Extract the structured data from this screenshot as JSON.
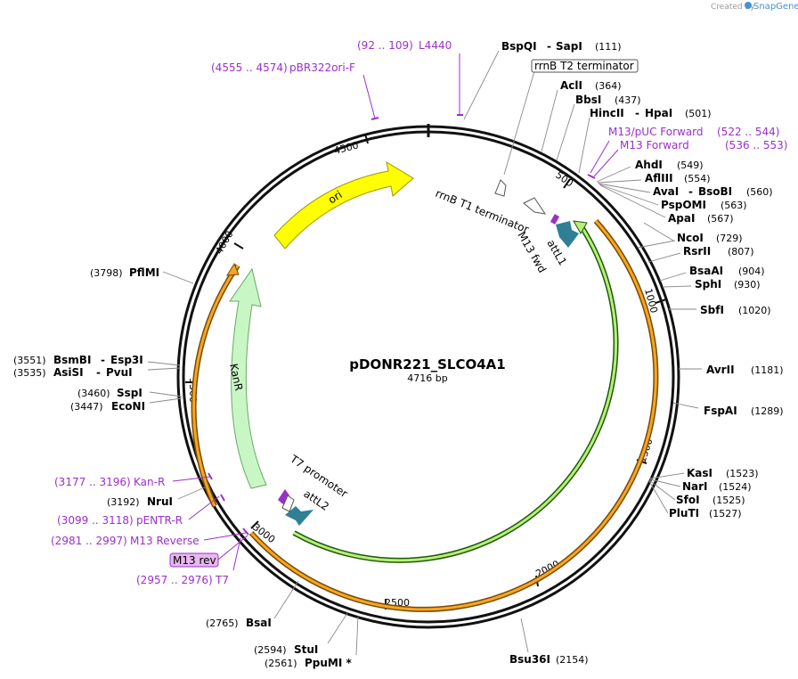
{
  "credit": {
    "text": "Created by",
    "brand": "SnapGene"
  },
  "plasmid": {
    "name": "pDONR221_SLCO4A1",
    "size": "4716 bp"
  },
  "ticks": [
    "500",
    "1000",
    "1500",
    "2000",
    "2500",
    "3000",
    "3500",
    "4000",
    "4500"
  ],
  "features": {
    "ori": "ori",
    "kanr": "KanR",
    "rrnb_t1": "rrnB T1 terminator",
    "rrnb_t2": "rrnB T2 terminator",
    "m13_fwd": "M13 fwd",
    "attl1": "attL1",
    "t7_promoter": "T7 promoter",
    "attl2": "attL2",
    "m13_rev": "M13 rev"
  },
  "enzymes": [
    {
      "name": "BspQI",
      "pos": "(111)",
      "second": "SapI"
    },
    {
      "name": "AclI",
      "pos": "(364)"
    },
    {
      "name": "BbsI",
      "pos": "(437)"
    },
    {
      "name": "HincII",
      "pos": "(501)",
      "second": "HpaI"
    },
    {
      "name": "AhdI",
      "pos": "(549)"
    },
    {
      "name": "AflIII",
      "pos": "(554)"
    },
    {
      "name": "AvaI",
      "pos": "(560)",
      "second": "BsoBI"
    },
    {
      "name": "PspOMI",
      "pos": "(563)"
    },
    {
      "name": "ApaI",
      "pos": "(567)"
    },
    {
      "name": "NcoI",
      "pos": "(729)"
    },
    {
      "name": "RsrII",
      "pos": "(807)"
    },
    {
      "name": "BsaAI",
      "pos": "(904)"
    },
    {
      "name": "SphI",
      "pos": "(930)"
    },
    {
      "name": "SbfI",
      "pos": "(1020)"
    },
    {
      "name": "AvrII",
      "pos": "(1181)"
    },
    {
      "name": "FspAI",
      "pos": "(1289)"
    },
    {
      "name": "KasI",
      "pos": "(1523)"
    },
    {
      "name": "NarI",
      "pos": "(1524)"
    },
    {
      "name": "SfoI",
      "pos": "(1525)"
    },
    {
      "name": "PluTI",
      "pos": "(1527)"
    },
    {
      "name": "Bsu36I",
      "pos": "(2154)"
    },
    {
      "name": "StuI",
      "pos": "(2594)"
    },
    {
      "name": "PpuMI *",
      "pos": "(2561)"
    },
    {
      "name": "BsaI",
      "pos": "(2765)"
    },
    {
      "name": "NruI",
      "pos": "(3192)"
    },
    {
      "name": "EcoNI",
      "pos": "(3447)"
    },
    {
      "name": "SspI",
      "pos": "(3460)"
    },
    {
      "name": "AsiSI",
      "pos": "(3535)",
      "second": "PvuI"
    },
    {
      "name": "BsmBI",
      "pos": "(3551)",
      "second": "Esp3I"
    },
    {
      "name": "PflMI",
      "pos": "(3798)"
    }
  ],
  "primers": [
    {
      "name": "L4440",
      "range": "(92 .. 109)"
    },
    {
      "name": "pBR322ori-F",
      "range": "(4555 .. 4574)"
    },
    {
      "name": "M13/pUC Forward",
      "range": "(522 .. 544)"
    },
    {
      "name": "M13 Forward",
      "range": "(536 .. 553)"
    },
    {
      "name": "Kan-R",
      "range": "(3177 .. 3196)"
    },
    {
      "name": "pENTR-R",
      "range": "(3099 .. 3118)"
    },
    {
      "name": "M13 Reverse",
      "range": "(2981 .. 2997)"
    },
    {
      "name": "T7",
      "range": "(2957 .. 2976)"
    }
  ],
  "colors": {
    "ori": "#ffff00",
    "kanr": "#c8f7c5",
    "orf_orange": "#f5a623",
    "orf_green": "#3a9a1a",
    "attl": "#2f7f95",
    "primer": "#9b30c9",
    "primer_box": "#e8b8ef"
  }
}
